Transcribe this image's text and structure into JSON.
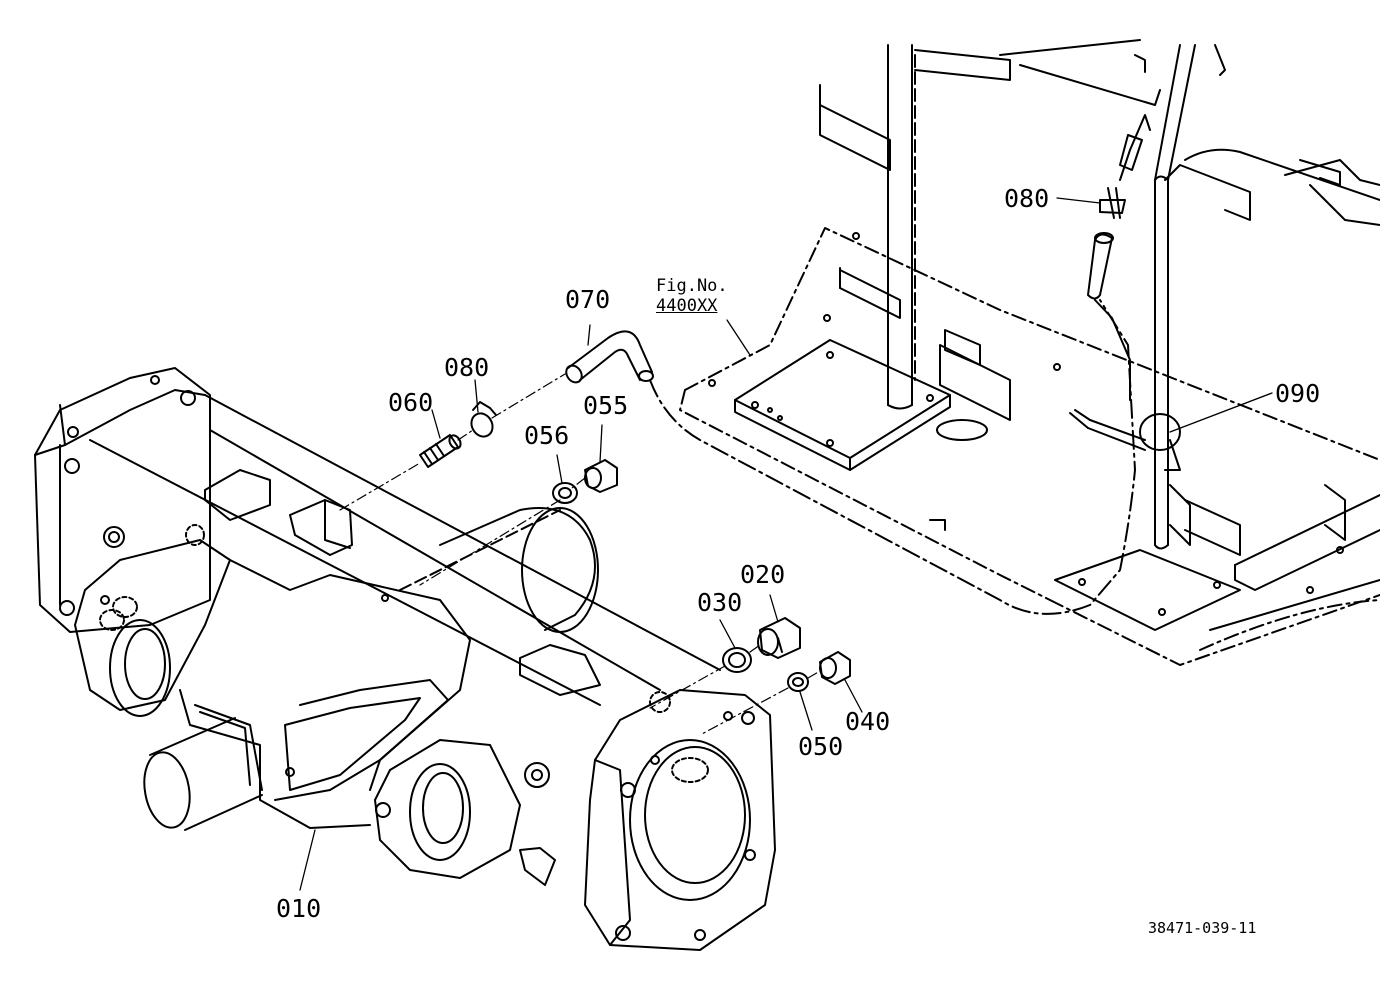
{
  "callouts": [
    {
      "id": "010",
      "label": "010"
    },
    {
      "id": "020",
      "label": "020"
    },
    {
      "id": "030",
      "label": "030"
    },
    {
      "id": "040",
      "label": "040"
    },
    {
      "id": "050",
      "label": "050"
    },
    {
      "id": "055",
      "label": "055"
    },
    {
      "id": "056",
      "label": "056"
    },
    {
      "id": "060",
      "label": "060"
    },
    {
      "id": "070",
      "label": "070"
    },
    {
      "id": "080a",
      "label": "080"
    },
    {
      "id": "080b",
      "label": "080"
    },
    {
      "id": "090",
      "label": "090"
    }
  ],
  "fig_ref": {
    "line1": "Fig.No.",
    "line2": "4400XX"
  },
  "drawing_number": "38471-039-11"
}
